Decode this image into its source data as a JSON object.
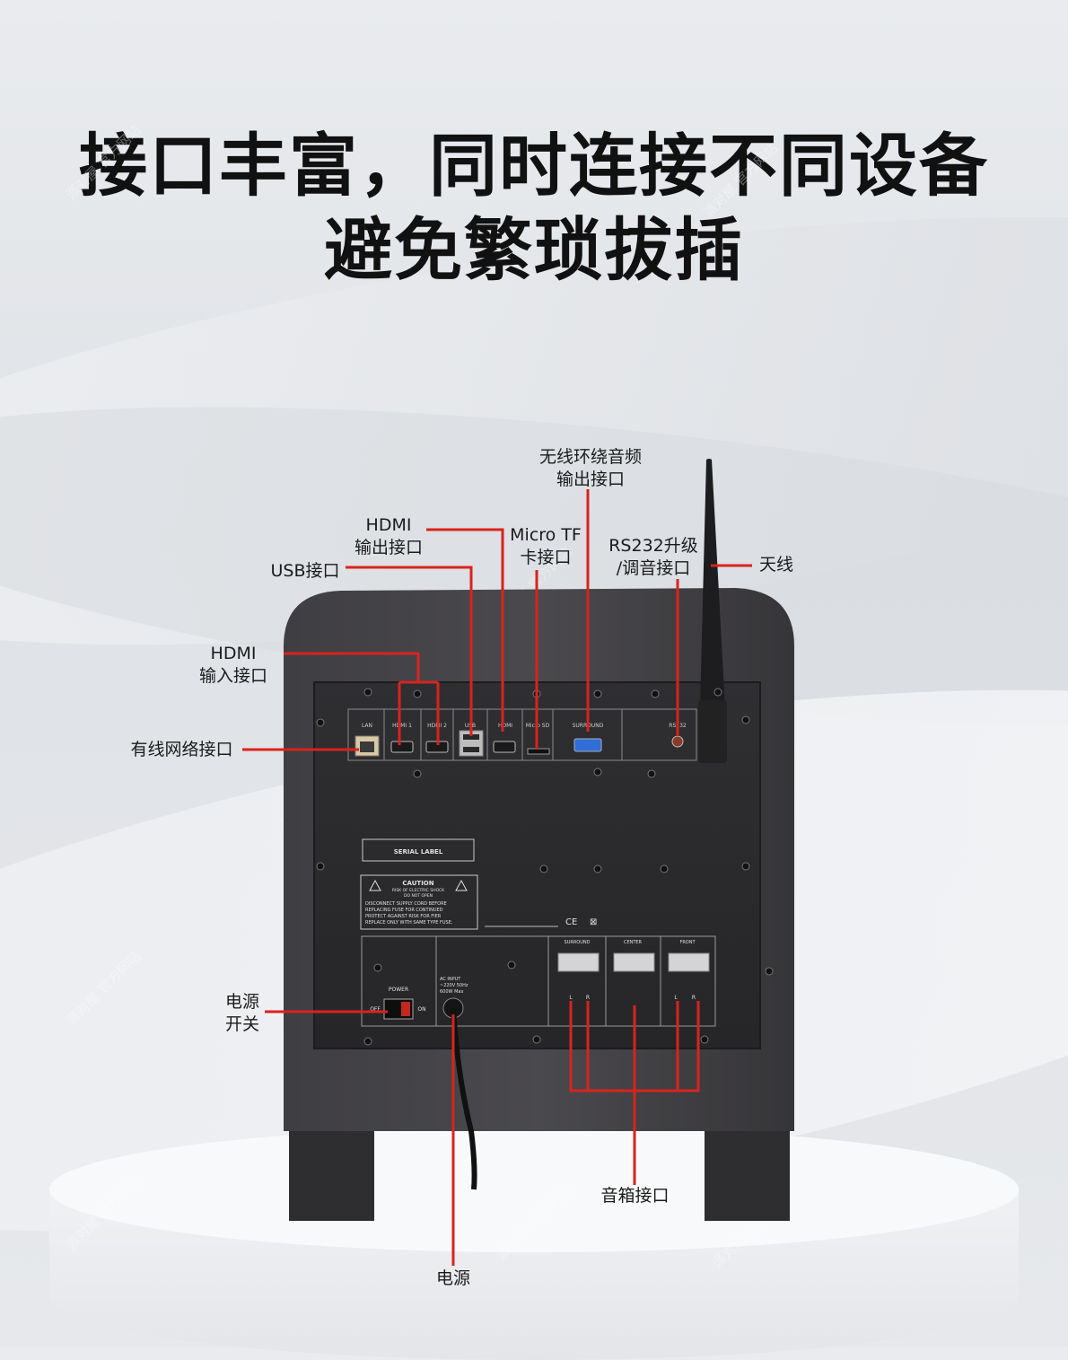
{
  "headline": {
    "line1": "接口丰富，同时连接不同设备",
    "line2": "避免繁琐拔插"
  },
  "callouts": {
    "wireless_surround": "无线环绕音频\n输出接口",
    "hdmi_out": "HDMI\n输出接口",
    "micro_tf": "Micro TF\n卡接口",
    "rs232": "RS232升级\n/调音接口",
    "antenna": "天线",
    "usb": "USB接口",
    "hdmi_in": "HDMI\n输入接口",
    "lan": "有线网络接口",
    "power_switch": "电源\n开关",
    "power": "电源",
    "speaker_terminals": "音箱接口"
  },
  "panel": {
    "port_labels": [
      "LAN",
      "HDMI 1",
      "HDMI 2",
      "USB",
      "HDMI",
      "Micro SD",
      "SURROUND",
      "RS232"
    ],
    "serial_label": "SERIAL LABEL",
    "caution_title": "CAUTION",
    "caution_sub1": "RISK OF ELECTRIC SHOCK",
    "caution_sub2": "DO NOT OPEN",
    "caution_body": [
      "DISCONNECT SUPPLY CORD BEFORE",
      "REPLACING FUSE FOR CONTINUED",
      "PROTECT AGAINST RISK FOR FIER",
      "REPLACE ONLY WITH SAME TYPE FUSE."
    ],
    "ce_mark": "CE",
    "power_label": "POWER",
    "off_label": "OFF",
    "on_label": "ON",
    "ac_input": [
      "AC INPUT",
      "~220V 50Hz",
      "600W  Max"
    ],
    "speaker_groups": [
      "SURROUND",
      "CENTER",
      "FRONT"
    ],
    "left_right": [
      "L",
      "R"
    ]
  },
  "watermark": "派对屋 官方网站",
  "colors": {
    "accent_line": "#d9231d",
    "cabinet": "#3b3a3d",
    "panel": "#2a2a2d"
  }
}
